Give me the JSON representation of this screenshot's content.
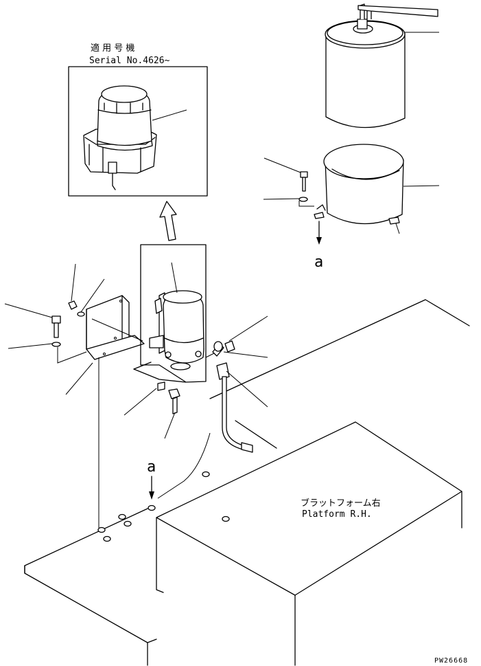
{
  "inset": {
    "applicable_label": "適 用 号 機",
    "serial_label": "Serial No.4626~"
  },
  "view_ref": {
    "upper": "a",
    "lower": "a"
  },
  "platform": {
    "label_jp": "ブラットフォーム右",
    "label_en": "Platform R.H."
  },
  "drawing_number": "PW26668"
}
